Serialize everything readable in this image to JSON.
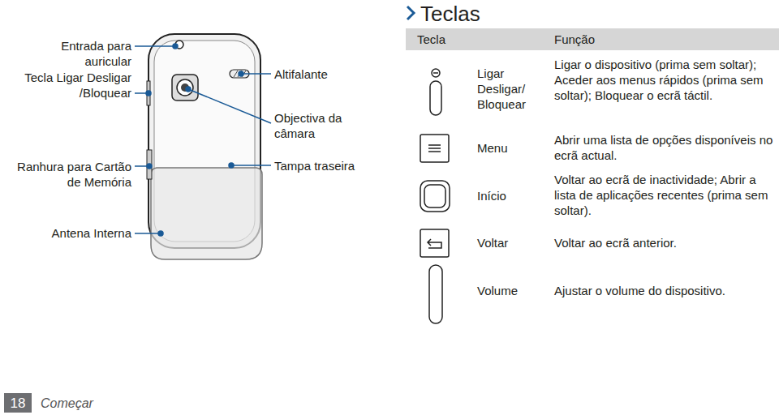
{
  "diagram": {
    "title": "Teclas",
    "nodes": [
      {
        "text": [
          "Tecla",
          "Função"
        ]
      },
      {
        "text": [
          "18"
        ]
      }
    ],
    "labels": [
      "Entrada para auricular",
      "Tecla Ligar Desligar /Bloquear",
      "Ranhura para Cartão de Memória",
      "Antena Interna",
      "Altifalante",
      "Objectiva da câmara",
      "Tampa traseira",
      "Ligar Desligar/ Bloquear",
      "Ligar o dispositivo (prima sem soltar); Aceder aos menus rápidos (prima sem soltar); Bloquear o ecrã táctil.",
      "Menu",
      "Abrir uma lista de opções disponíveis no ecrã actual.",
      "Início",
      "Voltar ao ecrã de inactividade; Abrir a lista de aplicações recentes (prima sem soltar).",
      "Voltar",
      "Voltar ao ecrã anterior.",
      "Volume",
      "Ajustar o volume do dispositivo.",
      "Começar"
    ]
  }
}
